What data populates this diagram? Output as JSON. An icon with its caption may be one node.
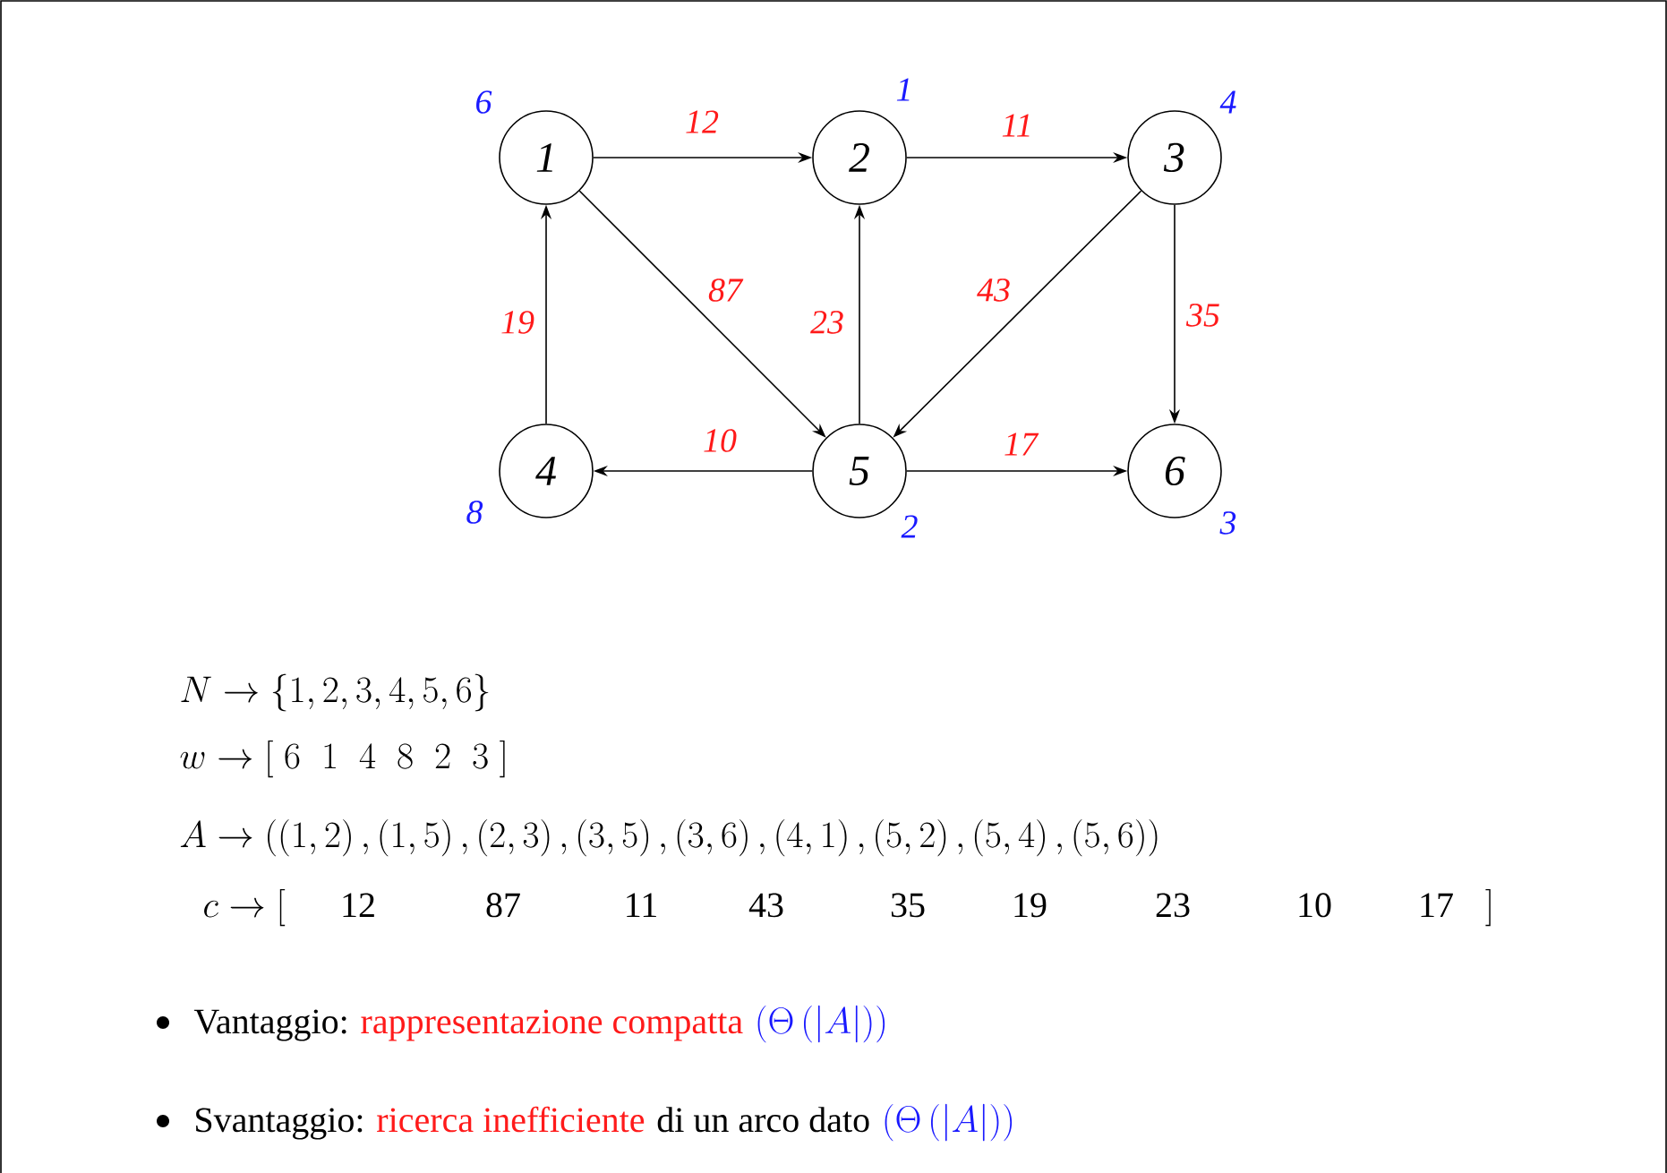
{
  "diagram": {
    "nodes": [
      {
        "text": [
          "1"
        ],
        "beside": [
          "6"
        ]
      },
      {
        "text": [
          "2"
        ],
        "beside": [
          "1"
        ]
      },
      {
        "text": [
          "3"
        ],
        "beside": [
          "4"
        ]
      },
      {
        "text": [
          "4"
        ],
        "beside": [
          "8"
        ]
      },
      {
        "text": [
          "5"
        ],
        "beside": [
          "2"
        ]
      },
      {
        "text": [
          "6"
        ],
        "beside": [
          "3"
        ]
      }
    ],
    "edges": [
      {
        "from": 0,
        "to": 1,
        "arrow": "to",
        "label": "12"
      },
      {
        "from": 1,
        "to": 2,
        "arrow": "to",
        "label": "11"
      },
      {
        "from": 0,
        "to": 4,
        "arrow": "to",
        "label": "87"
      },
      {
        "from": 2,
        "to": 4,
        "arrow": "to",
        "label": "43"
      },
      {
        "from": 2,
        "to": 5,
        "arrow": "to",
        "label": "35"
      },
      {
        "from": 3,
        "to": 0,
        "arrow": "to",
        "label": "19"
      },
      {
        "from": 4,
        "to": 1,
        "arrow": "to",
        "label": "23"
      },
      {
        "from": 4,
        "to": 3,
        "arrow": "to",
        "label": "10"
      },
      {
        "from": 4,
        "to": 5,
        "arrow": "to",
        "label": "17"
      }
    ],
    "labels": [
      "N \\to \\{1, 2, 3, 4, 5, 6\\}",
      "w \\to [\\;6\\;\\;1\\;\\;4\\;\\;8\\;\\;2\\;\\;3\\;]",
      "A \\to \\big((1,2)\\,,(1,5)\\,,(2,3)\\,,(3,5)\\,,(3,6)\\,,(4,1)\\,,(5,2)\\,,(5,4)\\,,(5,6)\\big)",
      "c \\to [",
      "12",
      "87",
      "11",
      "43",
      "35",
      "19",
      "23",
      "10",
      "17",
      "]",
      "Vantaggio:",
      "rappresentazione compatta",
      "(\\Theta\\left(|A|\\right))",
      "Svantaggio:",
      "ricerca inefficiente",
      "di un arco dato",
      "(\\Theta\\left(|A|\\right))"
    ]
  }
}
